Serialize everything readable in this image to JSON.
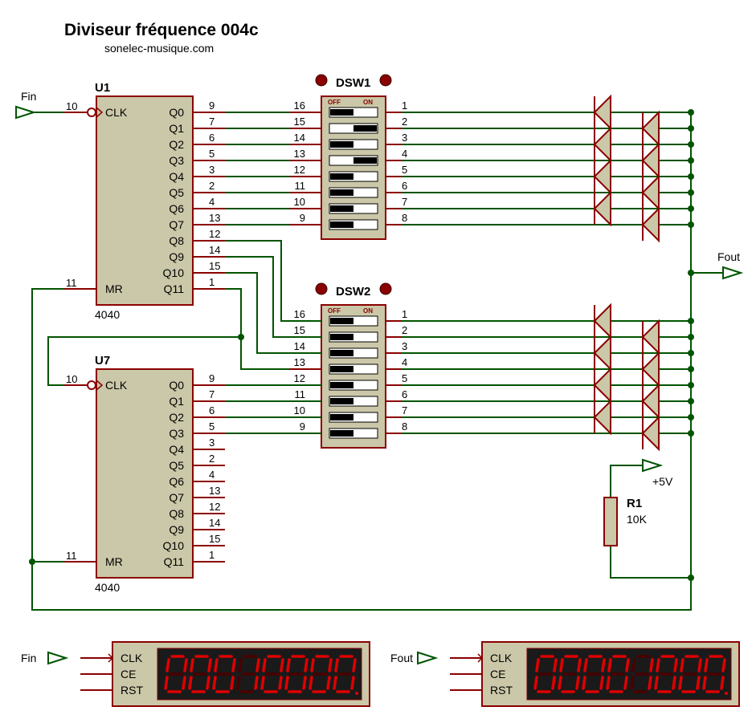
{
  "title": "Diviseur fréquence 004c",
  "subtitle": "sonelec-musique.com",
  "colors": {
    "wire": "#005400",
    "component": "#8b0000",
    "body": "#cac8a8",
    "display_bg": "#1a1a1a",
    "segment_on": "#e00000",
    "segment_off": "#4a0000"
  },
  "labels": {
    "fin": "Fin",
    "fout": "Fout",
    "vcc": "+5V",
    "r1_ref": "R1",
    "r1_value": "10K"
  },
  "u1": {
    "ref": "U1",
    "part": "4040",
    "clk": "CLK",
    "mr": "MR",
    "clk_pin": "10",
    "mr_pin": "11",
    "outputs": [
      {
        "name": "Q0",
        "pin": "9"
      },
      {
        "name": "Q1",
        "pin": "7"
      },
      {
        "name": "Q2",
        "pin": "6"
      },
      {
        "name": "Q3",
        "pin": "5"
      },
      {
        "name": "Q4",
        "pin": "3"
      },
      {
        "name": "Q5",
        "pin": "2"
      },
      {
        "name": "Q6",
        "pin": "4"
      },
      {
        "name": "Q7",
        "pin": "13"
      },
      {
        "name": "Q8",
        "pin": "12"
      },
      {
        "name": "Q9",
        "pin": "14"
      },
      {
        "name": "Q10",
        "pin": "15"
      },
      {
        "name": "Q11",
        "pin": "1"
      }
    ]
  },
  "u7": {
    "ref": "U7",
    "part": "4040",
    "clk": "CLK",
    "mr": "MR",
    "clk_pin": "10",
    "mr_pin": "11",
    "outputs": [
      {
        "name": "Q0",
        "pin": "9"
      },
      {
        "name": "Q1",
        "pin": "7"
      },
      {
        "name": "Q2",
        "pin": "6"
      },
      {
        "name": "Q3",
        "pin": "5"
      },
      {
        "name": "Q4",
        "pin": "3"
      },
      {
        "name": "Q5",
        "pin": "2"
      },
      {
        "name": "Q6",
        "pin": "4"
      },
      {
        "name": "Q7",
        "pin": "13"
      },
      {
        "name": "Q8",
        "pin": "12"
      },
      {
        "name": "Q9",
        "pin": "14"
      },
      {
        "name": "Q10",
        "pin": "15"
      },
      {
        "name": "Q11",
        "pin": "1"
      }
    ]
  },
  "dsw1": {
    "ref": "DSW1",
    "off": "OFF",
    "on": "ON",
    "left_pins": [
      "16",
      "15",
      "14",
      "13",
      "12",
      "11",
      "10",
      "9"
    ],
    "right_pins": [
      "1",
      "2",
      "3",
      "4",
      "5",
      "6",
      "7",
      "8"
    ],
    "states": [
      false,
      true,
      false,
      true,
      false,
      false,
      false,
      false
    ]
  },
  "dsw2": {
    "ref": "DSW2",
    "off": "OFF",
    "on": "ON",
    "left_pins": [
      "16",
      "15",
      "14",
      "13",
      "12",
      "11",
      "10",
      "9"
    ],
    "right_pins": [
      "1",
      "2",
      "3",
      "4",
      "5",
      "6",
      "7",
      "8"
    ],
    "states": [
      false,
      false,
      false,
      false,
      false,
      false,
      false,
      false
    ]
  },
  "counters": [
    {
      "input": "Fin",
      "clk": "CLK",
      "ce": "CE",
      "rst": "RST",
      "digits": "00010000"
    },
    {
      "input": "Fout",
      "clk": "CLK",
      "ce": "CE",
      "rst": "RST",
      "digits": "00001000"
    }
  ]
}
